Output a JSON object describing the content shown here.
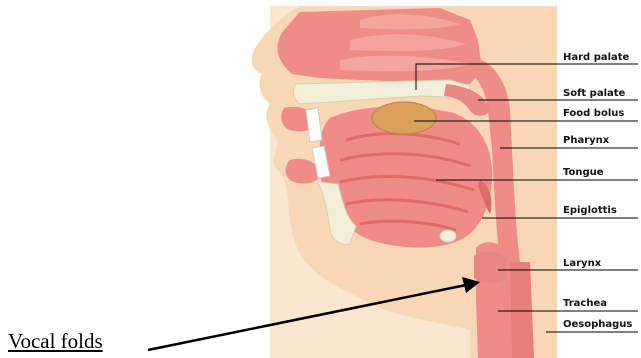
{
  "labels": {
    "hard_palate": "Hard palate",
    "soft_palate": "Soft palate",
    "food_bolus": "Food bolus",
    "pharynx": "Pharynx",
    "tongue": "Tongue",
    "epiglottis": "Epiglottis",
    "larynx": "Larynx",
    "trachea": "Trachea",
    "oesophagus": "Oesophagus",
    "vocal_folds": "Vocal folds"
  },
  "colors": {
    "skin": "#f8d7b5",
    "tissue": "#ef8c86",
    "tissue_dark": "#e06a64",
    "bone": "#f2efd9",
    "bolus": "#d9a15c",
    "line": "#000000"
  }
}
